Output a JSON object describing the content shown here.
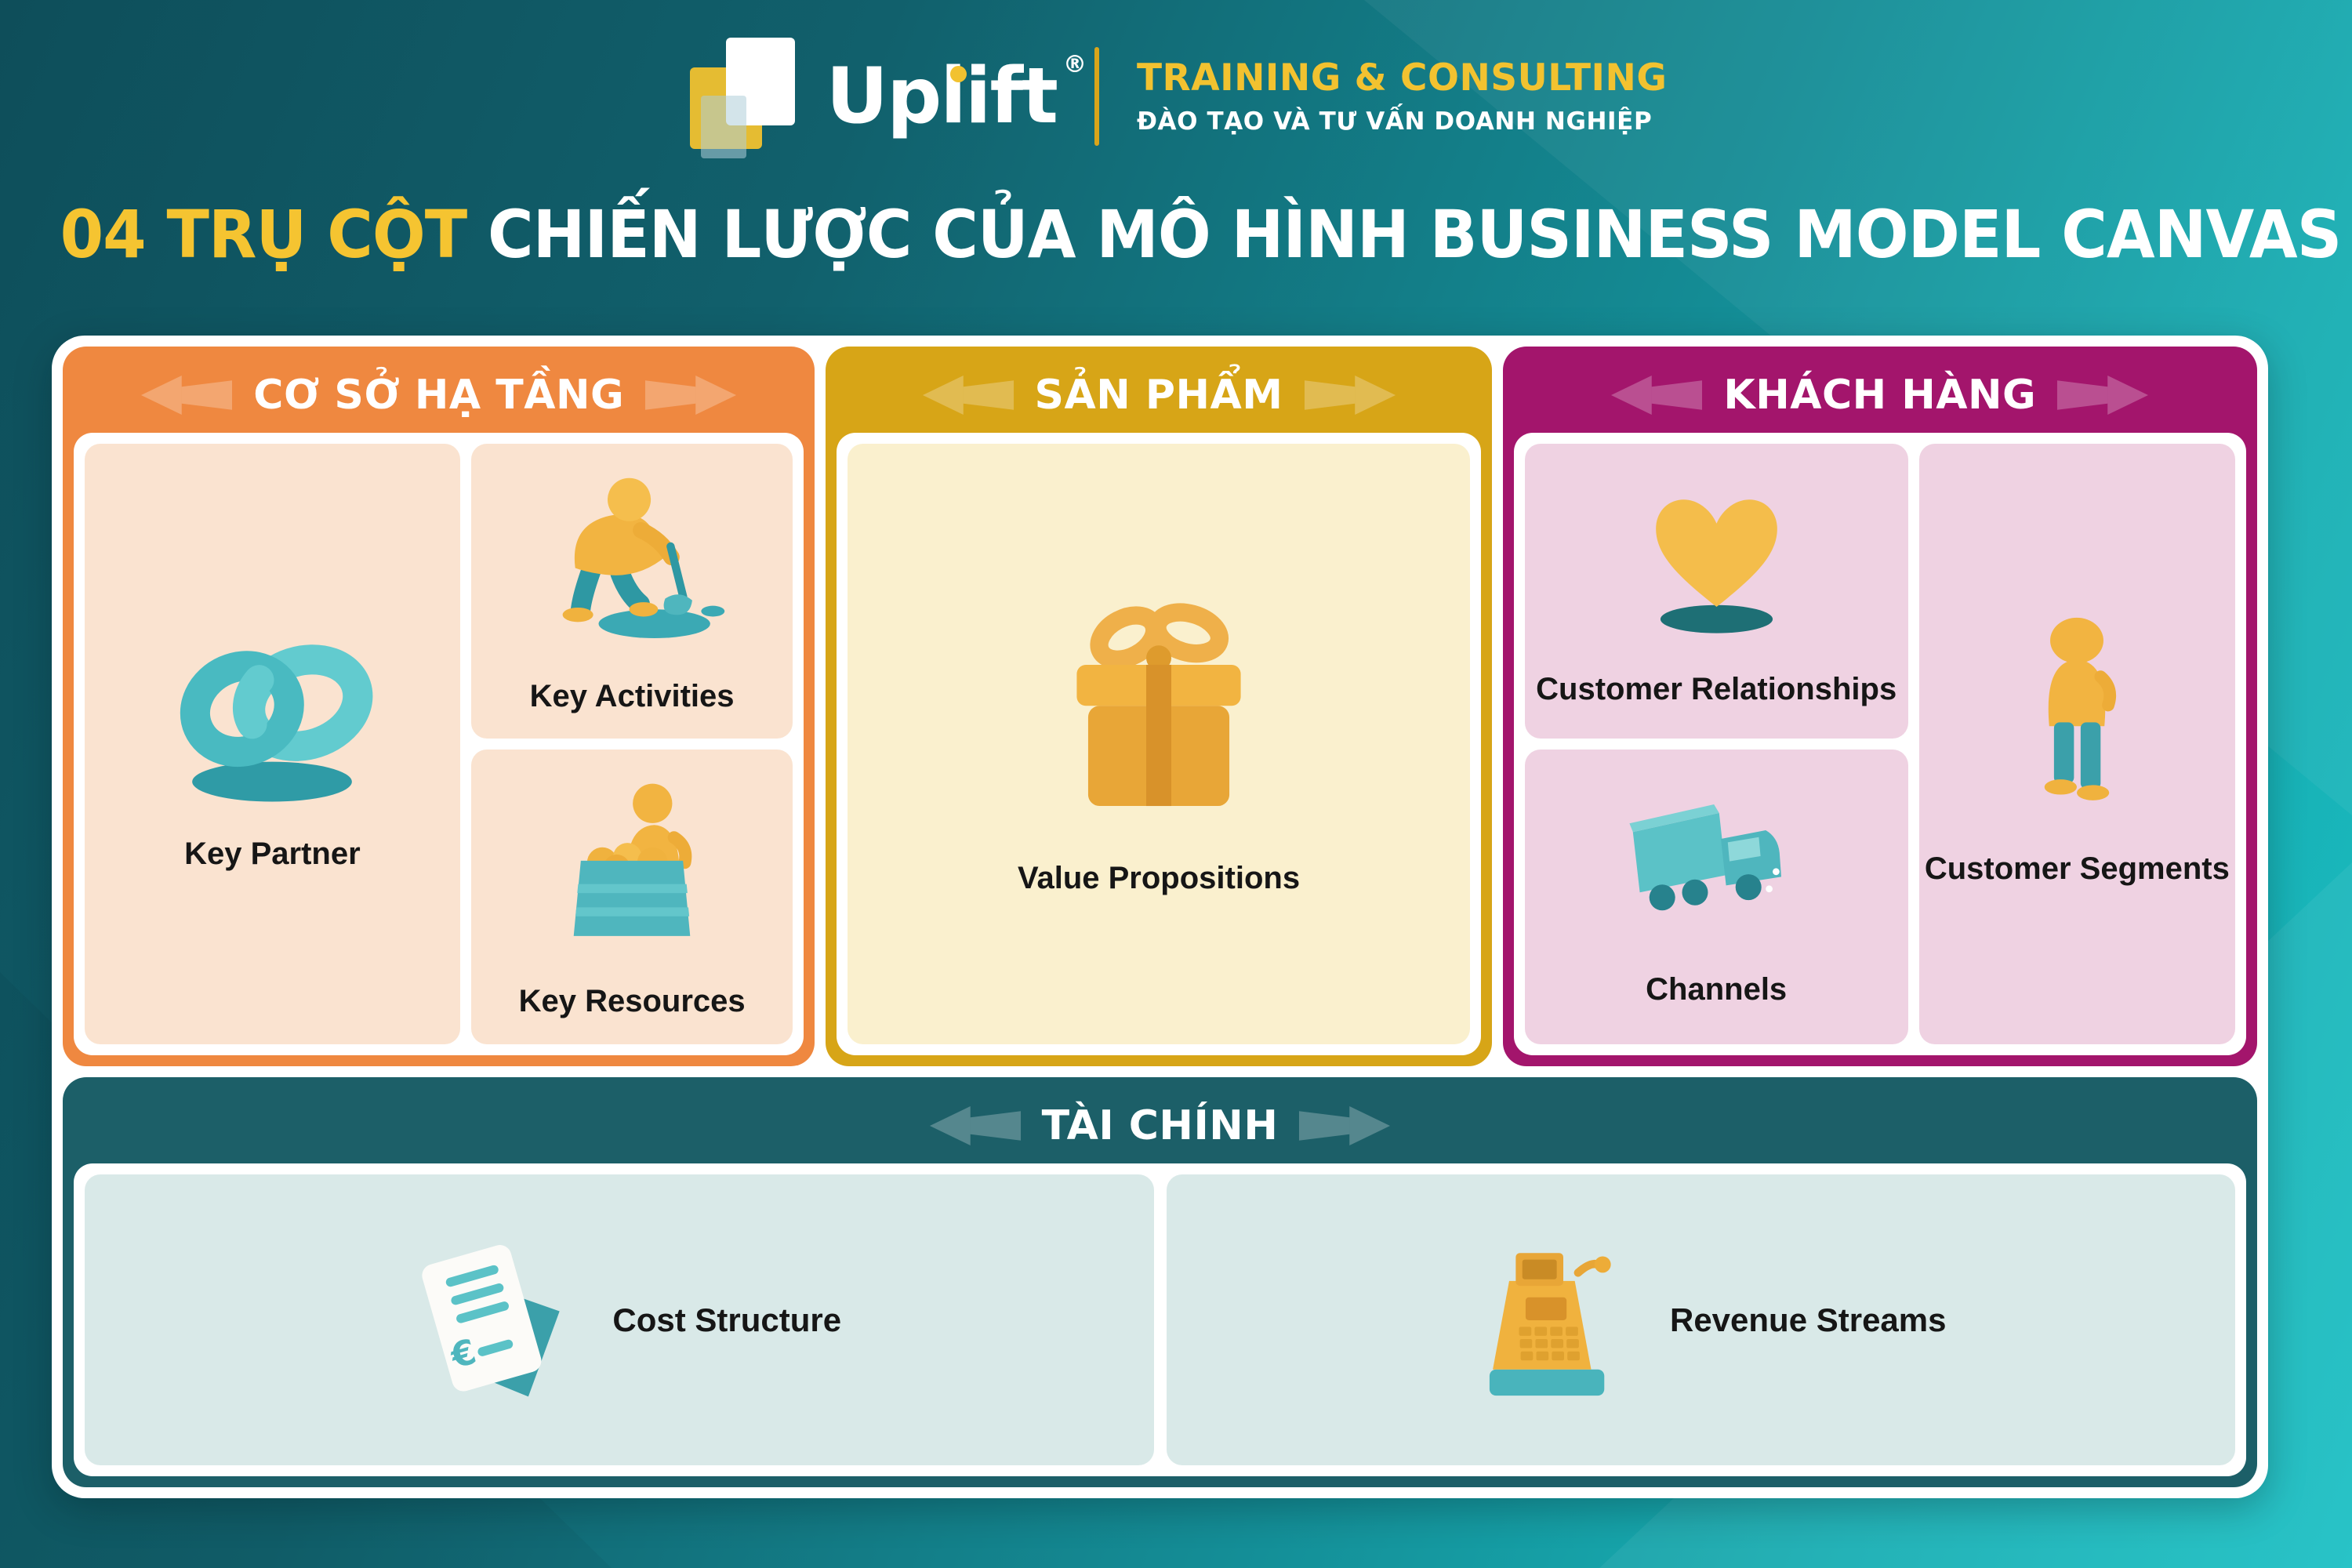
{
  "brand": {
    "name": "Uplift",
    "registered_mark": "®",
    "tagline_en": "TRAINING & CONSULTING",
    "tagline_vi": "ĐÀO TẠO VÀ TƯ VẤN DOANH NGHIỆP"
  },
  "title": {
    "highlight": "04 TRỤ CỘT",
    "rest": "CHIẾN LƯỢC CỦA MÔ HÌNH BUSINESS MODEL CANVAS"
  },
  "pillars": [
    {
      "id": "infrastructure",
      "label": "CƠ SỞ HẠ TẦNG",
      "color": "#EF8840",
      "card_bg": "#FAE3D0",
      "cards": [
        {
          "label": "Key Partner",
          "icon": "interlocked-rings-icon"
        },
        {
          "label": "Key Activities",
          "icon": "person-digging-icon"
        },
        {
          "label": "Key Resources",
          "icon": "person-crate-icon"
        }
      ]
    },
    {
      "id": "product",
      "label": "SẢN PHẨM",
      "color": "#D7A517",
      "card_bg": "#FAF0CE",
      "cards": [
        {
          "label": "Value Propositions",
          "icon": "gift-box-icon"
        }
      ]
    },
    {
      "id": "customer",
      "label": "KHÁCH HÀNG",
      "color": "#A3156C",
      "card_bg": "#EFD2E2",
      "cards": [
        {
          "label": "Customer Relationships",
          "icon": "heart-icon"
        },
        {
          "label": "Channels",
          "icon": "truck-icon"
        },
        {
          "label": "Customer Segments",
          "icon": "person-standing-icon"
        }
      ]
    },
    {
      "id": "finance",
      "label": "TÀI CHÍNH",
      "color": "#1C5F68",
      "card_bg": "#D9E9E8",
      "cards": [
        {
          "label": "Cost Structure",
          "icon": "receipt-icon"
        },
        {
          "label": "Revenue Streams",
          "icon": "cash-register-icon"
        }
      ]
    }
  ],
  "colors": {
    "background_dark": "#0E4E5A",
    "background_bright": "#1BC0C4",
    "accent_yellow": "#F2C230",
    "infrastructure_orange": "#EF8840",
    "product_gold": "#D7A517",
    "customer_magenta": "#A3156C",
    "finance_teal": "#1C5F68",
    "icon_teal": "#4FB6BE",
    "icon_yellow": "#F2B441"
  }
}
